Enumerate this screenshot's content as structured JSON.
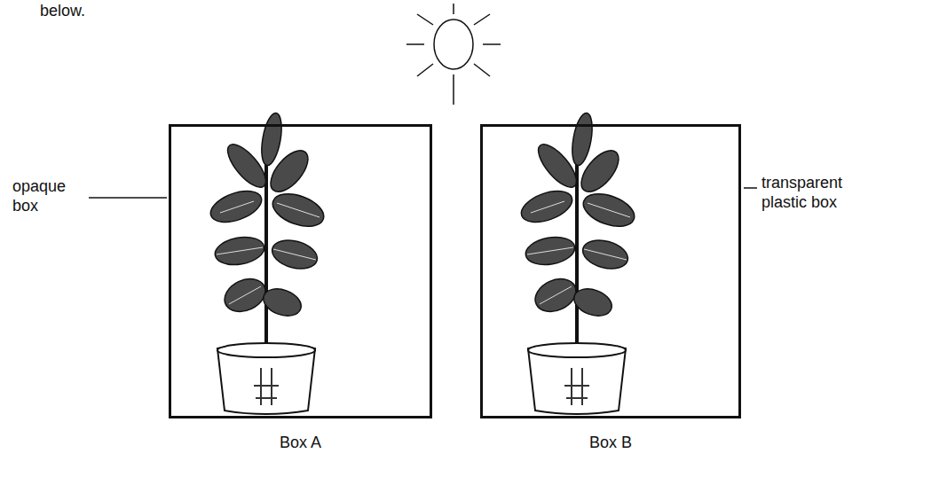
{
  "diagram": {
    "nodes": [
      {
        "text": [
          "Box A"
        ]
      },
      {
        "text": [
          "Box B"
        ]
      }
    ],
    "labels": [
      "below.",
      "opaque box",
      "transparent plastic box"
    ]
  }
}
